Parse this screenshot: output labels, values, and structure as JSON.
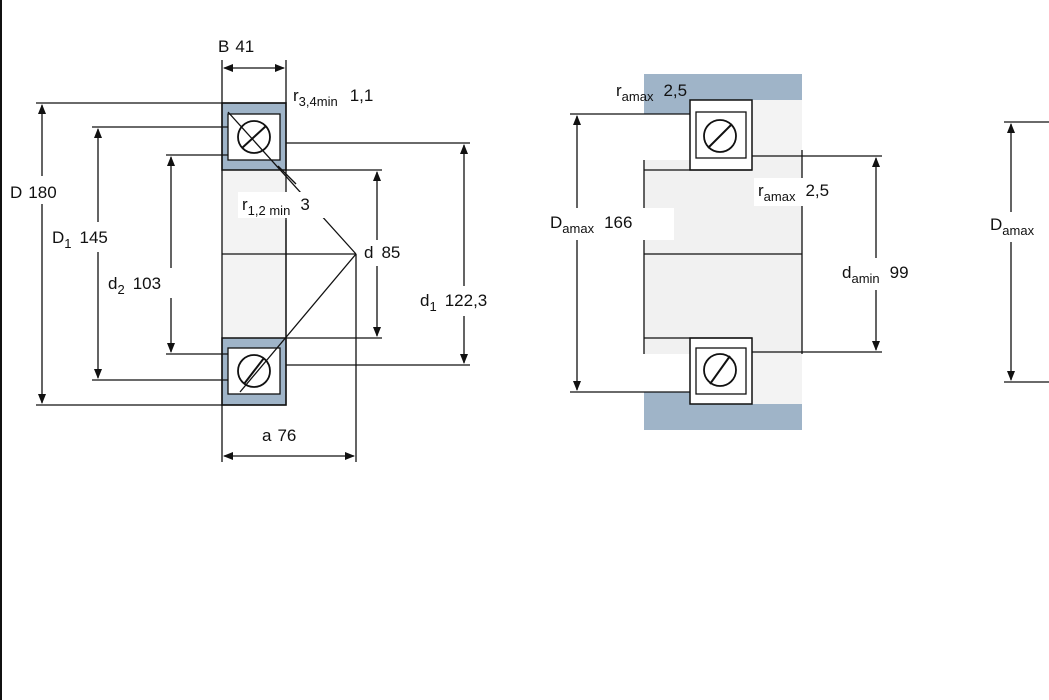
{
  "colors": {
    "background": "#ffffff",
    "line": "#111111",
    "section_fill": "#9fb4c8",
    "hatch_fill": "#eeeeee"
  },
  "bearing": {
    "B": {
      "symbol": "B",
      "value": "41"
    },
    "r34": {
      "symbol": "r",
      "sub": "3,4min",
      "value": "1,1"
    },
    "D": {
      "symbol": "D",
      "value": "180"
    },
    "D1": {
      "symbol": "D",
      "sub": "1",
      "value": "145"
    },
    "r12": {
      "symbol": "r",
      "sub": "1,2 min",
      "value": "3"
    },
    "d": {
      "symbol": "d",
      "value": "85"
    },
    "d2": {
      "symbol": "d",
      "sub": "2",
      "value": "103"
    },
    "d1": {
      "symbol": "d",
      "sub": "1",
      "value": "122,3"
    },
    "a": {
      "symbol": "a",
      "value": "76"
    }
  },
  "abutment": {
    "ra_top": {
      "symbol": "r",
      "sub": "amax",
      "value": "2,5"
    },
    "Da": {
      "symbol": "D",
      "sub": "amax",
      "value": "166"
    },
    "ra_mid": {
      "symbol": "r",
      "sub": "amax",
      "value": "2,5"
    },
    "da": {
      "symbol": "d",
      "sub": "amin",
      "value": "99"
    }
  },
  "third_view": {
    "Da": {
      "symbol": "D",
      "sub": "amax"
    }
  }
}
